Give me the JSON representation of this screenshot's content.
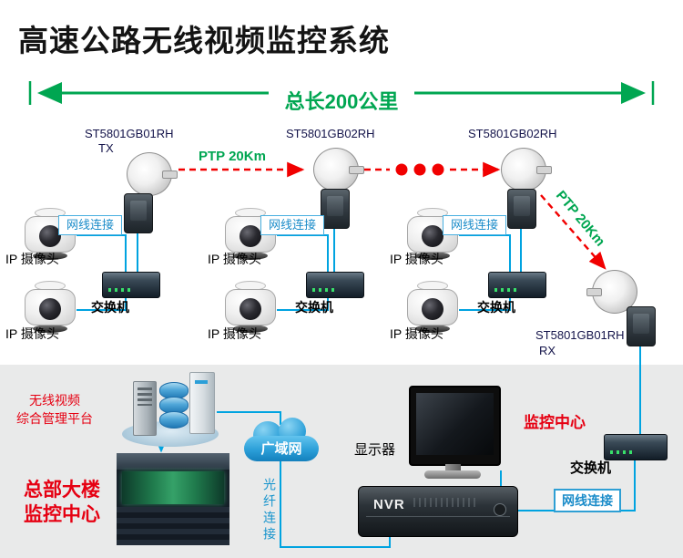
{
  "title": "高速公路无线视频监控系统",
  "span_label": "总长200公里",
  "ptp": {
    "link1": "PTP 20Km",
    "link2": "PTP 20Km"
  },
  "antennas": [
    {
      "model": "ST5801GB01RH",
      "mode": "TX"
    },
    {
      "model": "ST5801GB02RH",
      "mode": ""
    },
    {
      "model": "ST5801GB02RH",
      "mode": ""
    },
    {
      "model": "ST5801GB01RH",
      "mode": "RX"
    }
  ],
  "groups": [
    {
      "camera1": "IP 摄像头",
      "camera2": "IP 摄像头",
      "cable": "网线连接",
      "switch": "交换机"
    },
    {
      "camera1": "IP 摄像头",
      "camera2": "IP 摄像头",
      "cable": "网线连接",
      "switch": "交换机"
    },
    {
      "camera1": "IP 摄像头",
      "camera2": "IP 摄像头",
      "cable": "网线连接",
      "switch": "交换机"
    }
  ],
  "control_center": {
    "platform_line1": "无线视频",
    "platform_line2": "综合管理平台",
    "hq_line1": "总部大楼",
    "hq_line2": "监控中心",
    "wan": "广域网",
    "fiber": "光纤连接",
    "monitor": "显示器",
    "nvr": "NVR",
    "center": "监控中心",
    "switch": "交换机",
    "cable": "网线连接"
  },
  "colors": {
    "green": "#00a651",
    "red_arrow": "#f10000",
    "blue_line": "#00a3e0",
    "red_text": "#e60012",
    "blue_text": "#1b8cc9",
    "panel_gray": "#e9eaea"
  }
}
